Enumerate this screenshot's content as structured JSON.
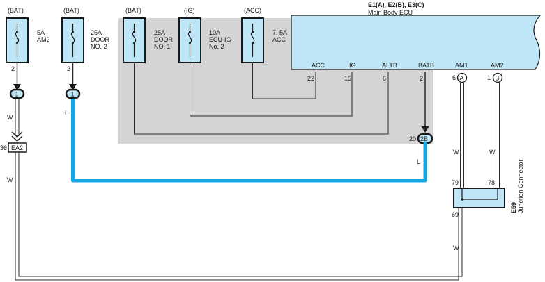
{
  "colors": {
    "highlight_wire": "#14a7e6",
    "ecu_fill": "#bfe6f7",
    "shade": "#d4d4d4"
  },
  "fuses": [
    {
      "source": "(BAT)",
      "rating": "5A",
      "name1": "AM2",
      "name2": "",
      "pin": "2"
    },
    {
      "source": "(BAT)",
      "rating": "25A",
      "name1": "DOOR",
      "name2": "NO. 2",
      "pin": "2"
    },
    {
      "source": "(BAT)",
      "rating": "25A",
      "name1": "DOOR",
      "name2": "NO. 1",
      "pin": ""
    },
    {
      "source": "(IG)",
      "rating": "10A",
      "name1": "ECU-IG",
      "name2": "No. 2",
      "pin": ""
    },
    {
      "source": "(ACC)",
      "rating": "7. 5A",
      "name1": "ACC",
      "name2": "",
      "pin": ""
    }
  ],
  "ecu": {
    "title": "E1(A), E2(B), E3(C)",
    "subtitle": "Main Body ECU",
    "terminals": [
      {
        "name": "ACC",
        "pin": "22"
      },
      {
        "name": "IG",
        "pin": "15"
      },
      {
        "name": "ALTB",
        "pin": "6"
      },
      {
        "name": "BATB",
        "pin": "2"
      },
      {
        "name": "AM1",
        "pin": "6"
      },
      {
        "name": "AM2",
        "pin": "1"
      }
    ],
    "conn_a": "A",
    "conn_b": "B"
  },
  "connectors": {
    "c1_left": "1",
    "c1_right": "1",
    "ea2": "EA2",
    "ea2_pin": "36",
    "c2b": "2B",
    "c2b_pin": "20"
  },
  "junction": {
    "id": "E59",
    "name": "Junction Connector",
    "pin_in1": "79",
    "pin_in2": "78",
    "pin_out": "69"
  },
  "wire_colors": {
    "w": "W",
    "l": "L"
  }
}
